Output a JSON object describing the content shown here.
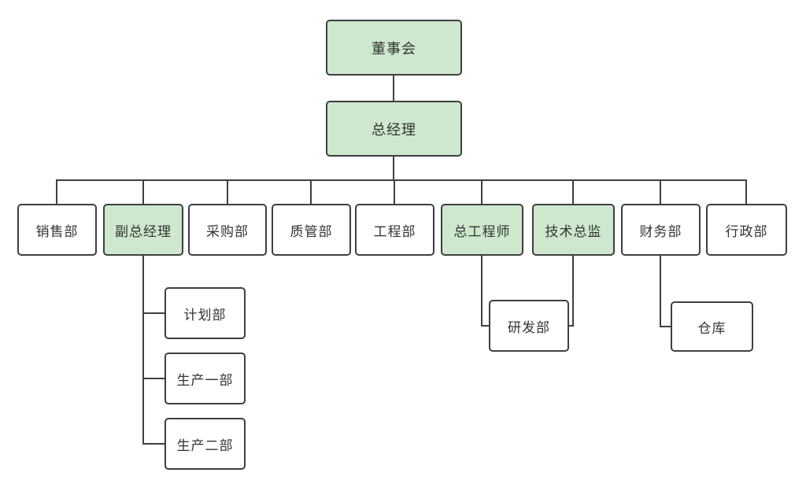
{
  "diagram": {
    "type": "org-chart",
    "colors": {
      "node_fill_highlight": "#cde8cd",
      "node_fill_default": "#ffffff",
      "node_border": "#3f3f3f",
      "connector": "#3f3f3f",
      "text": "#333333"
    },
    "nodes": {
      "board": {
        "label": "董事会",
        "variant": "highlight"
      },
      "gm": {
        "label": "总经理",
        "variant": "highlight"
      },
      "sales": {
        "label": "销售部",
        "variant": "default"
      },
      "deputy_gm": {
        "label": "副总经理",
        "variant": "highlight"
      },
      "purchasing": {
        "label": "采购部",
        "variant": "default"
      },
      "quality": {
        "label": "质管部",
        "variant": "default"
      },
      "engineering": {
        "label": "工程部",
        "variant": "default"
      },
      "chief_engineer": {
        "label": "总工程师",
        "variant": "highlight"
      },
      "tech_director": {
        "label": "技术总监",
        "variant": "highlight"
      },
      "finance": {
        "label": "财务部",
        "variant": "default"
      },
      "admin": {
        "label": "行政部",
        "variant": "default"
      },
      "planning": {
        "label": "计划部",
        "variant": "default"
      },
      "production_1": {
        "label": "生产一部",
        "variant": "default"
      },
      "production_2": {
        "label": "生产二部",
        "variant": "default"
      },
      "rnd": {
        "label": "研发部",
        "variant": "default"
      },
      "warehouse": {
        "label": "仓库",
        "variant": "default"
      }
    },
    "edges": [
      {
        "from": "board",
        "to": "gm"
      },
      {
        "from": "gm",
        "to": "sales"
      },
      {
        "from": "gm",
        "to": "deputy_gm"
      },
      {
        "from": "gm",
        "to": "purchasing"
      },
      {
        "from": "gm",
        "to": "quality"
      },
      {
        "from": "gm",
        "to": "engineering"
      },
      {
        "from": "gm",
        "to": "chief_engineer"
      },
      {
        "from": "gm",
        "to": "tech_director"
      },
      {
        "from": "gm",
        "to": "finance"
      },
      {
        "from": "gm",
        "to": "admin"
      },
      {
        "from": "deputy_gm",
        "to": "planning"
      },
      {
        "from": "deputy_gm",
        "to": "production_1"
      },
      {
        "from": "deputy_gm",
        "to": "production_2"
      },
      {
        "from": "chief_engineer",
        "to": "rnd"
      },
      {
        "from": "tech_director",
        "to": "rnd"
      },
      {
        "from": "finance",
        "to": "warehouse"
      }
    ]
  }
}
